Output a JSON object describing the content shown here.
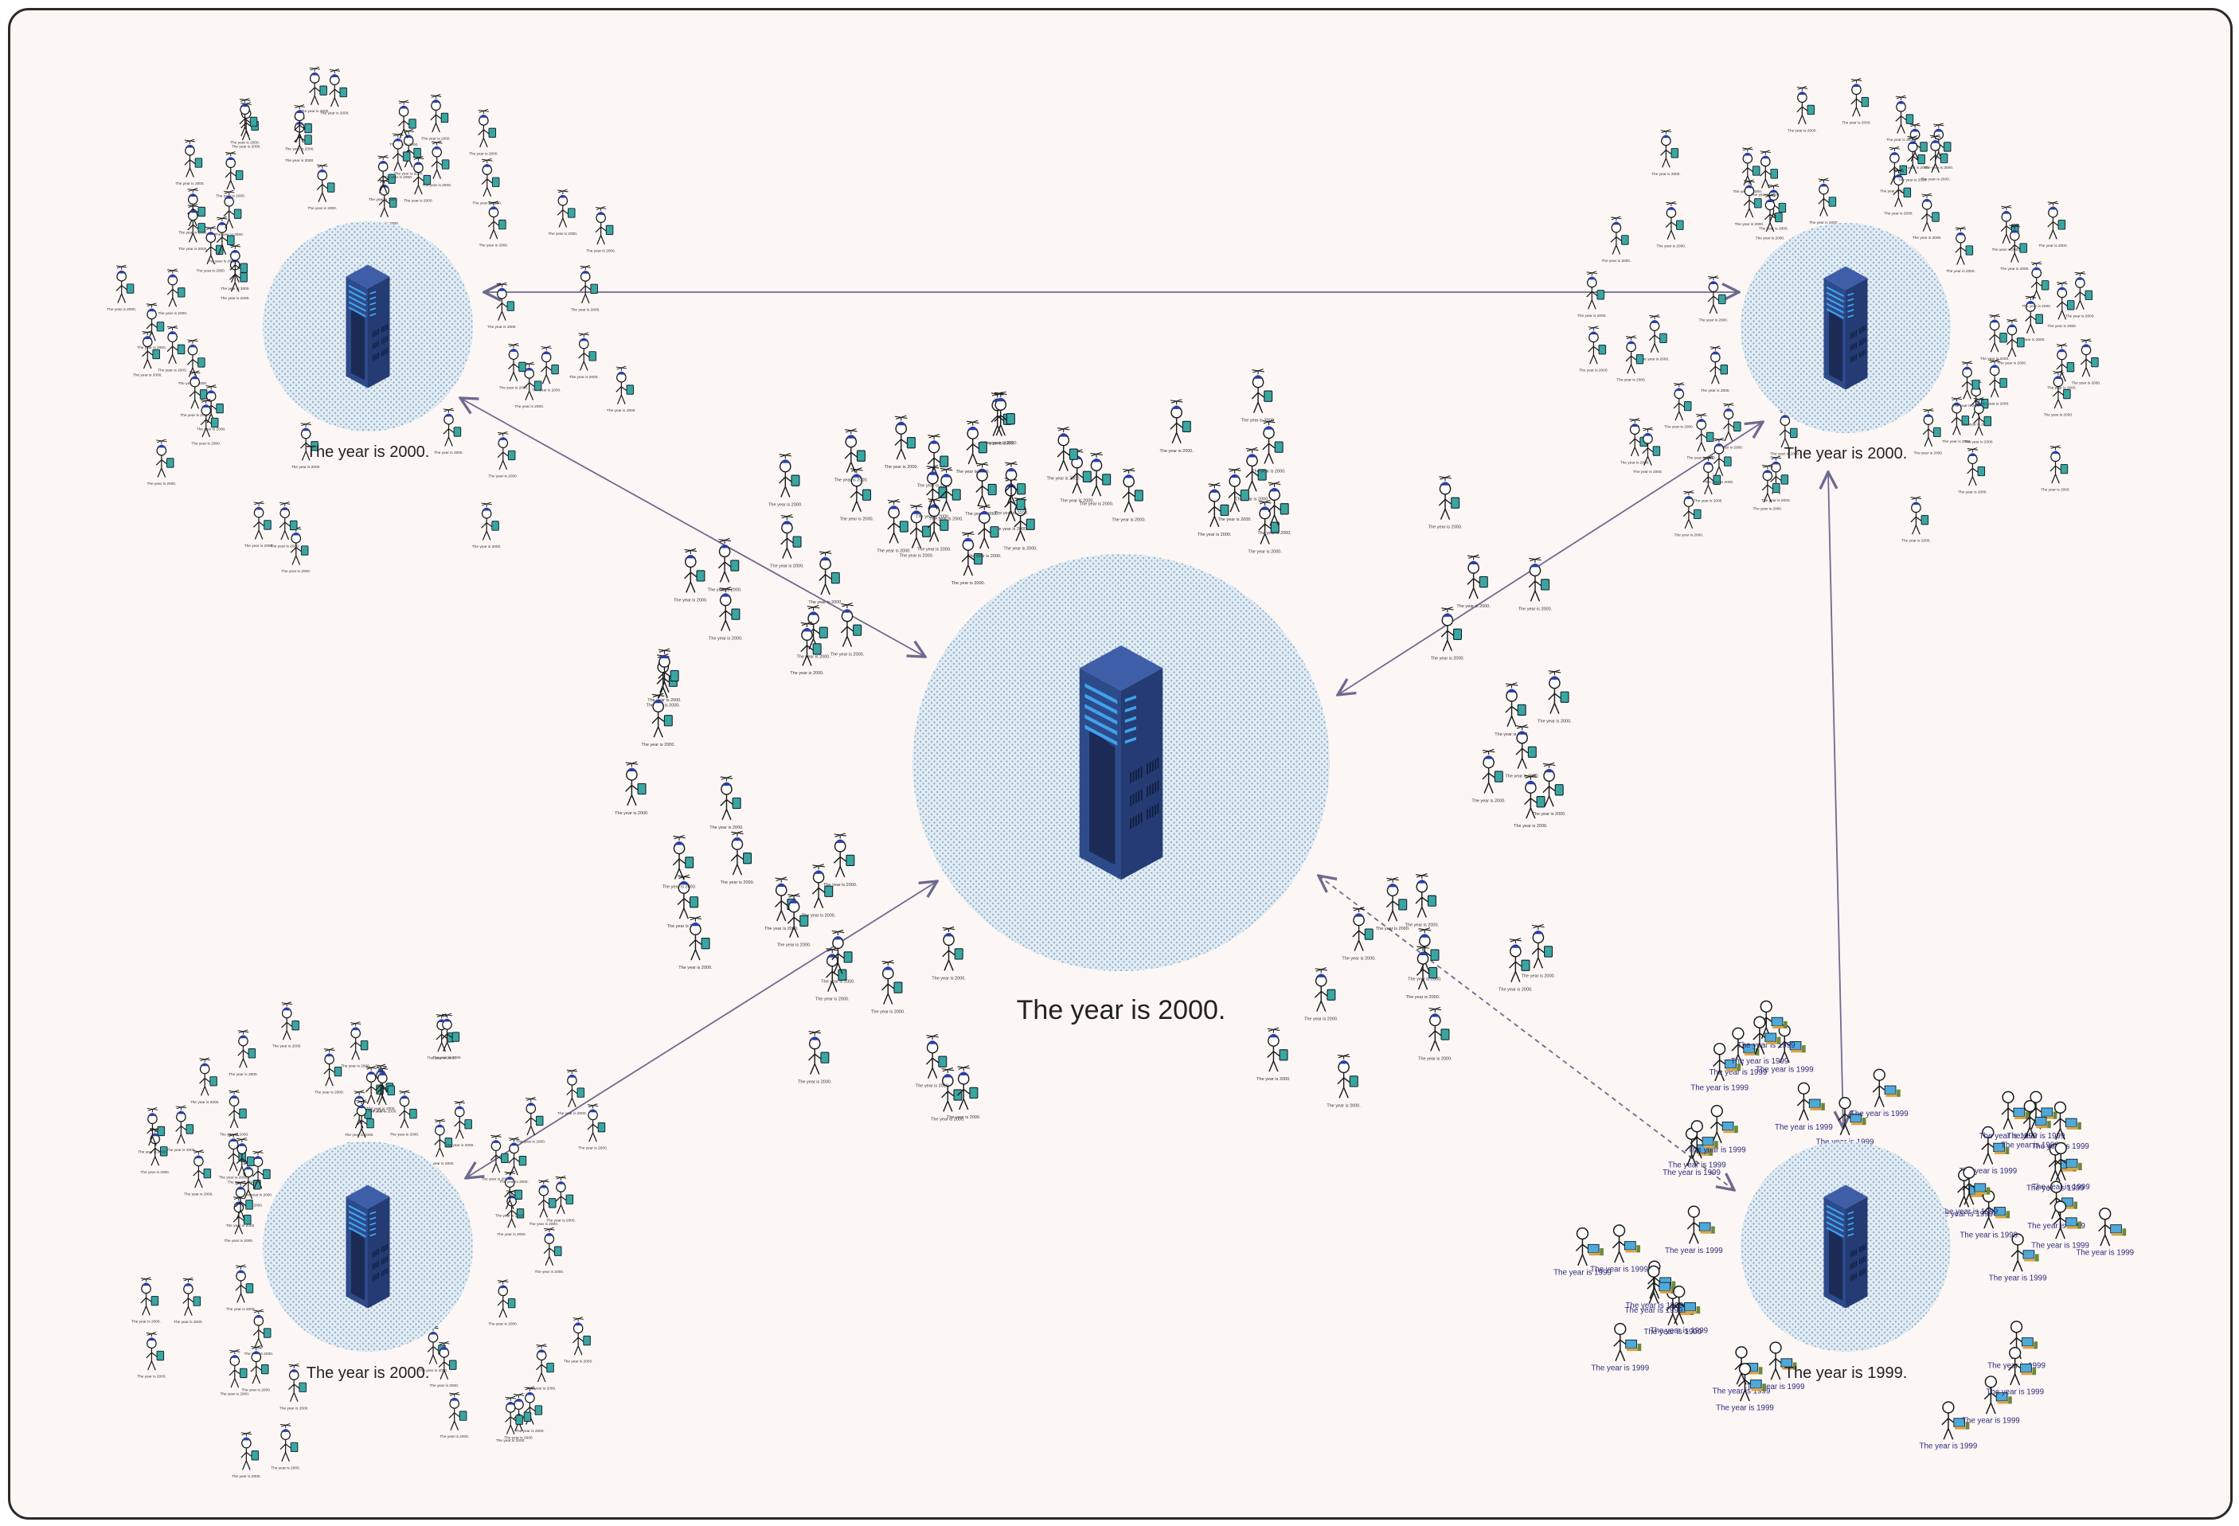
{
  "colors": {
    "background": "#fcf7f5",
    "frame": "#2a2a2a",
    "arrow": "#6e6a8e",
    "halo_dot": "#8fb2cc",
    "halo_fill": "#e3ecf3",
    "server_top": "#3f5ea8",
    "server_left": "#2d4a8a",
    "server_right": "#243b73",
    "server_light": "#3fa2ea",
    "person_stroke": "#1a1a1a",
    "hat": "#2b3fa0",
    "tablet": "#3aa6a0",
    "label_1999": "#2e2c7a"
  },
  "icons": [
    "server-icon",
    "stick-figure-icon",
    "propeller-hat-icon",
    "tablet-icon",
    "computer-icon"
  ],
  "nodes": {
    "center": {
      "label": "The year is 2000.",
      "user_label": "The year is 2000."
    },
    "top_left": {
      "label": "The year is 2000.",
      "user_label": "The year is 2000."
    },
    "top_right": {
      "label": "The year is 2000.",
      "user_label": "The year is 2000."
    },
    "bottom_left": {
      "label": "The year is 2000.",
      "user_label": "The year is 2000."
    },
    "bottom_right": {
      "label": "The year is 1999.",
      "user_label": "The year is 1999"
    }
  },
  "edges": [
    {
      "from": "top_left",
      "to": "top_right",
      "style": "solid"
    },
    {
      "from": "top_left",
      "to": "center",
      "style": "solid"
    },
    {
      "from": "top_right",
      "to": "center",
      "style": "solid"
    },
    {
      "from": "bottom_left",
      "to": "center",
      "style": "solid"
    },
    {
      "from": "center",
      "to": "bottom_right",
      "style": "dashed"
    },
    {
      "from": "top_right",
      "to": "bottom_right",
      "style": "solid"
    }
  ]
}
